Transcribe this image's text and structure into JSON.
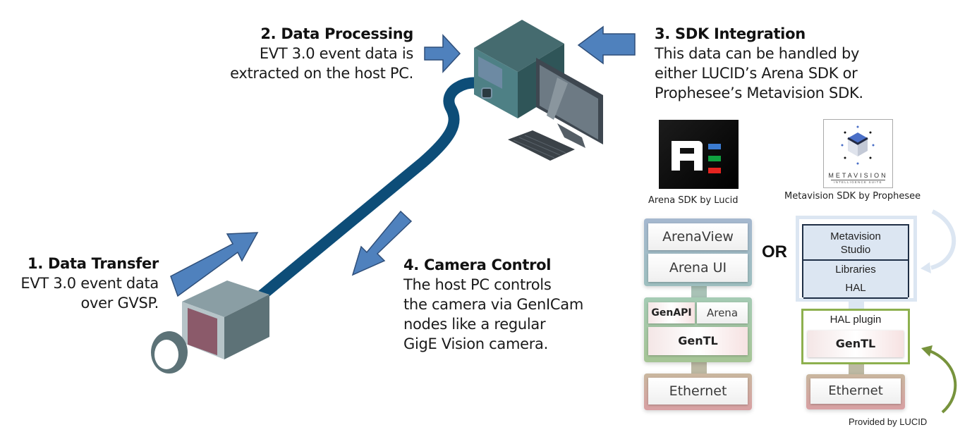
{
  "steps": [
    {
      "id": "data-transfer",
      "title": "1.  Data Transfer",
      "body": [
        "EVT 3.0 event data",
        "over GVSP."
      ]
    },
    {
      "id": "data-processing",
      "title": "2.  Data Processing",
      "body": [
        "EVT 3.0 event data is",
        "extracted on the host PC."
      ]
    },
    {
      "id": "sdk-integration",
      "title": "3.  SDK Integration",
      "body": [
        "This data can be handled by",
        "either LUCID’s Arena SDK or",
        "Prophesee’s Metavision SDK."
      ]
    },
    {
      "id": "camera-control",
      "title": "4.  Camera Control",
      "body": [
        "The host PC controls",
        "the camera via GenICam",
        "nodes like a regular",
        "GigE Vision camera."
      ]
    }
  ],
  "logos": {
    "arena": {
      "caption": "Arena SDK by Lucid",
      "colors": [
        "#3b7bd0",
        "#10a040",
        "#e52420"
      ]
    },
    "metavision": {
      "caption": "Metavision SDK by Prophesee",
      "wordmark": "METAVISION",
      "tagline": "INTELLIGENCE SUITE"
    }
  },
  "or_label": "OR",
  "arena_stack": {
    "top": [
      "ArenaView",
      "Arena UI"
    ],
    "middle": {
      "genapi": "GenAPI",
      "arena": "Arena",
      "gentl": "GenTL"
    },
    "bottom": "Ethernet"
  },
  "metavision_stack": {
    "top": [
      "Metavision Studio",
      "Libraries",
      "HAL"
    ],
    "plugin_label": "HAL plugin",
    "gentl": "GenTL",
    "bottom": "Ethernet",
    "provided_by": "Provided by LUCID"
  },
  "colors": {
    "arrow_fill": "#4f81bd",
    "arrow_stroke": "#2f4f7a",
    "cable": "#0d4d78",
    "pc_tower": "#4e7c80",
    "arena_blue_group": "#a7b9cf",
    "arena_green_group": "#a8c8ad",
    "arena_red_group": "#d9a9ab",
    "mv_green": "#8db04e",
    "mv_blue_light": "#dce6f2"
  }
}
